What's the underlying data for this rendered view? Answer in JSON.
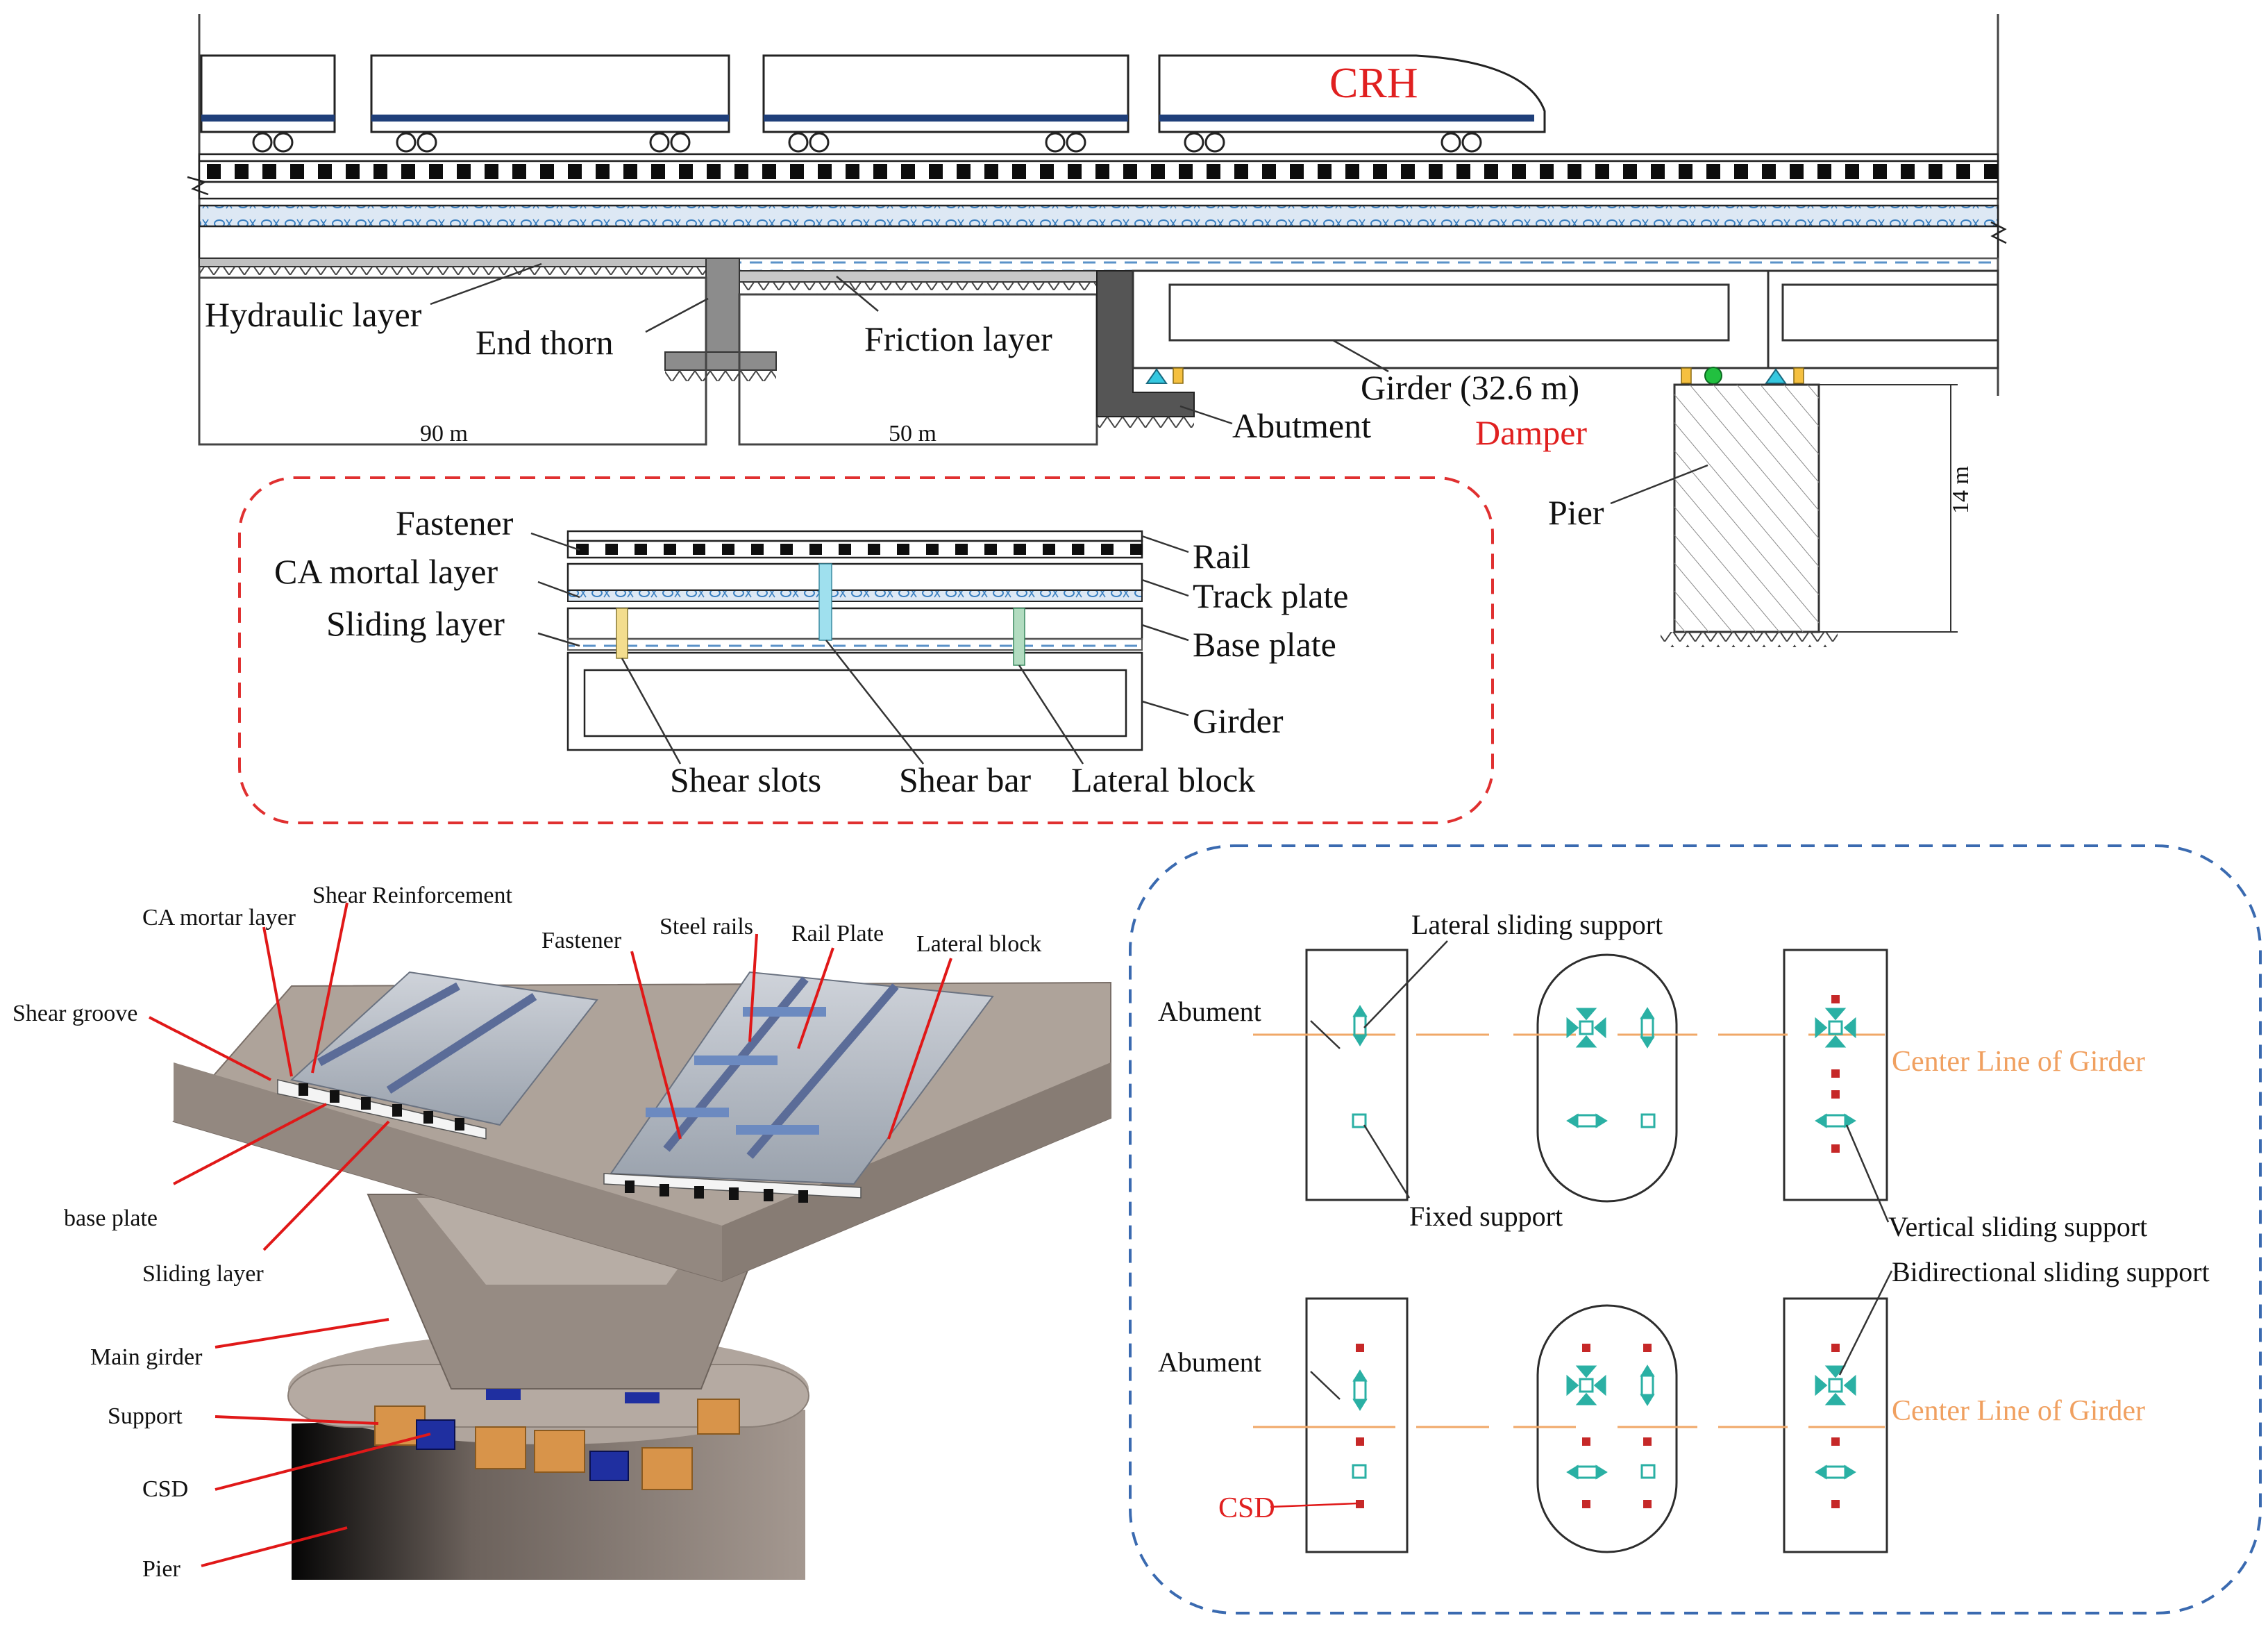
{
  "colors": {
    "red_label": "#e02020",
    "cyan_support": "#2ab0a4",
    "csd_marker": "#c62828",
    "center_line": "#f0a868",
    "red_frame": "#e03030",
    "blue_frame": "#3a6ab0",
    "concrete": "#a79b92",
    "bearing": "#d8944a",
    "csd_block": "#1f2fa0"
  },
  "elevation": {
    "train_text": "CRH",
    "hydraulic_layer": "Hydraulic layer",
    "end_thorn": "End thorn",
    "friction_layer": "Friction layer",
    "girder": "Girder (32.6 m)",
    "abutment": "Abutment",
    "damper": "Damper",
    "pier": "Pier",
    "dim_90": "90 m",
    "dim_50": "50 m",
    "dim_14": "14 m"
  },
  "section_detail": {
    "fastener": "Fastener",
    "ca_mortal_layer": "CA mortal layer",
    "sliding_layer": "Sliding layer",
    "rail": "Rail",
    "track_plate": "Track plate",
    "base_plate": "Base plate",
    "girder": "Girder",
    "shear_slots": "Shear slots",
    "shear_bar": "Shear bar",
    "lateral_block": "Lateral block"
  },
  "model_3d": {
    "shear_reinforcement": "Shear Reinforcement",
    "ca_mortar_layer": "CA mortar layer",
    "shear_groove": "Shear groove",
    "fastener": "Fastener",
    "steel_rails": "Steel rails",
    "rail_plate": "Rail Plate",
    "lateral_block": "Lateral block",
    "base_plate": "base plate",
    "sliding_layer": "Sliding layer",
    "main_girder": "Main girder",
    "support": "Support",
    "csd": "CSD",
    "pier": "Pier"
  },
  "support_layout": {
    "lateral_sliding_support": "Lateral sliding support",
    "abument_top": "Abument",
    "center_line_top": "Center Line of Girder",
    "fixed_support": "Fixed support",
    "vertical_sliding_support": "Vertical sliding support",
    "bidirectional_sliding_support": "Bidirectional sliding support",
    "abument_bottom": "Abument",
    "center_line_bottom": "Center Line of Girder",
    "csd": "CSD"
  }
}
